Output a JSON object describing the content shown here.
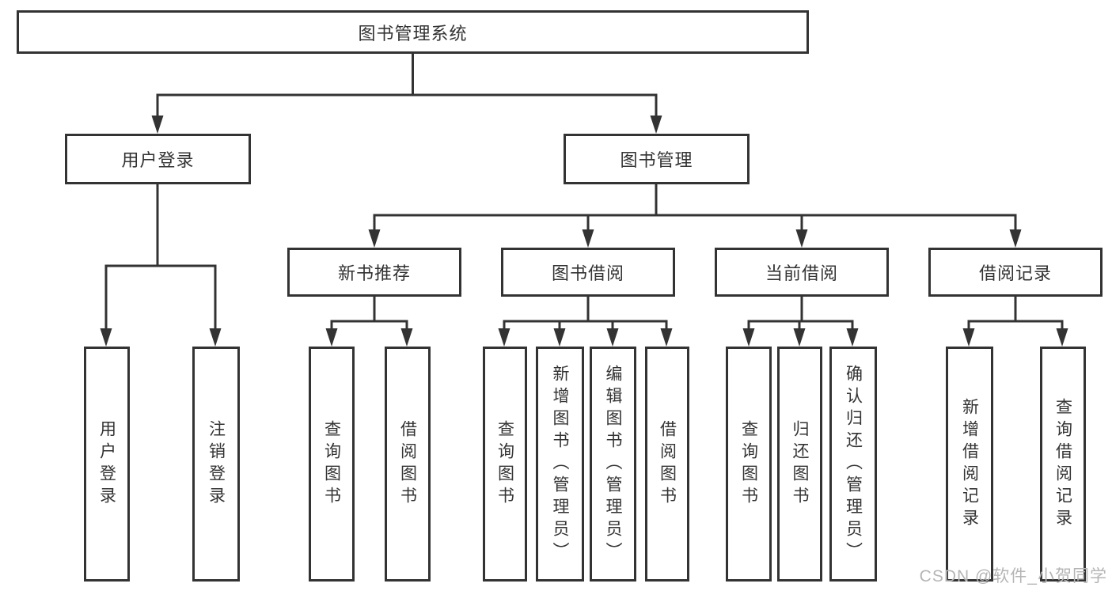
{
  "diagram": {
    "root": {
      "label": "图书管理系统"
    },
    "level2": [
      {
        "label": "用户登录"
      },
      {
        "label": "图书管理"
      }
    ],
    "level3": [
      {
        "label": "新书推荐",
        "parent": "图书管理"
      },
      {
        "label": "图书借阅",
        "parent": "图书管理"
      },
      {
        "label": "当前借阅",
        "parent": "图书管理"
      },
      {
        "label": "借阅记录",
        "parent": "图书管理"
      }
    ],
    "leaves": [
      {
        "label": "用户登录",
        "parent": "用户登录"
      },
      {
        "label": "注销登录",
        "parent": "用户登录"
      },
      {
        "label": "查询图书",
        "parent": "新书推荐"
      },
      {
        "label": "借阅图书",
        "parent": "新书推荐"
      },
      {
        "label": "查询图书",
        "parent": "图书借阅"
      },
      {
        "label": "新增图书（管理员）",
        "parent": "图书借阅"
      },
      {
        "label": "编辑图书（管理员）",
        "parent": "图书借阅"
      },
      {
        "label": "借阅图书",
        "parent": "图书借阅"
      },
      {
        "label": "查询图书",
        "parent": "当前借阅"
      },
      {
        "label": "归还图书",
        "parent": "当前借阅"
      },
      {
        "label": "确认归还（管理员）",
        "parent": "当前借阅"
      },
      {
        "label": "新增借阅记录",
        "parent": "借阅记录"
      },
      {
        "label": "查询借阅记录",
        "parent": "借阅记录"
      }
    ],
    "watermark": "CSDN @软件_小贺同学",
    "colors": {
      "line": "#333333",
      "box_border": "#333333",
      "text": "#333333",
      "watermark": "#b5b5b5",
      "background": "#ffffff"
    }
  }
}
